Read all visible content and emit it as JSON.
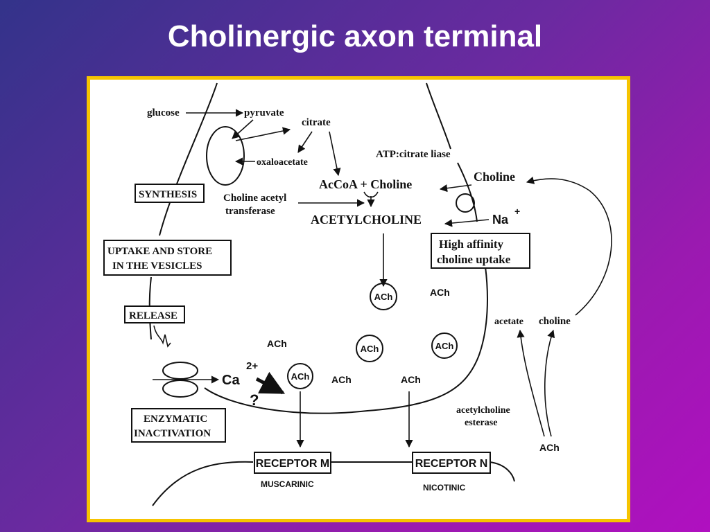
{
  "title": "Cholinergic axon terminal",
  "colors": {
    "frame": "#f6c400",
    "background_start": "#33338a",
    "background_end": "#b010c0"
  },
  "diagram": {
    "glucose": "glucose",
    "pyruvate": "pyruvate",
    "citrate": "citrate",
    "oxaloacetate": "oxaloacetate",
    "atp_citrate_liase": "ATP:citrate liase",
    "accoa_choline": "AcCoA + Choline",
    "choline_top": "Choline",
    "choline_acetyl": "Choline acetyl",
    "transferase": "transferase",
    "acetylcholine": "ACETYLCHOLINE",
    "na": "Na",
    "na_charge": "+",
    "synthesis": "SYNTHESIS",
    "uptake_line1": "UPTAKE AND STORE",
    "uptake_line2": "IN THE VESICLES",
    "high_affinity_line1": "High affinity",
    "high_affinity_line2": "choline uptake",
    "release": "RELEASE",
    "ach": "ACh",
    "acetate": "acetate",
    "choline_bottom": "choline",
    "ca": "Ca",
    "ca_charge": "2+",
    "question": "?",
    "esterase_line1": "acetylcholine",
    "esterase_line2": "esterase",
    "enzymatic_line1": "ENZYMATIC",
    "enzymatic_line2": "INACTIVATION",
    "receptor_m": "RECEPTOR M",
    "receptor_n": "RECEPTOR N",
    "muscarinic": "MUSCARINIC",
    "nicotinic": "NICOTINIC"
  }
}
